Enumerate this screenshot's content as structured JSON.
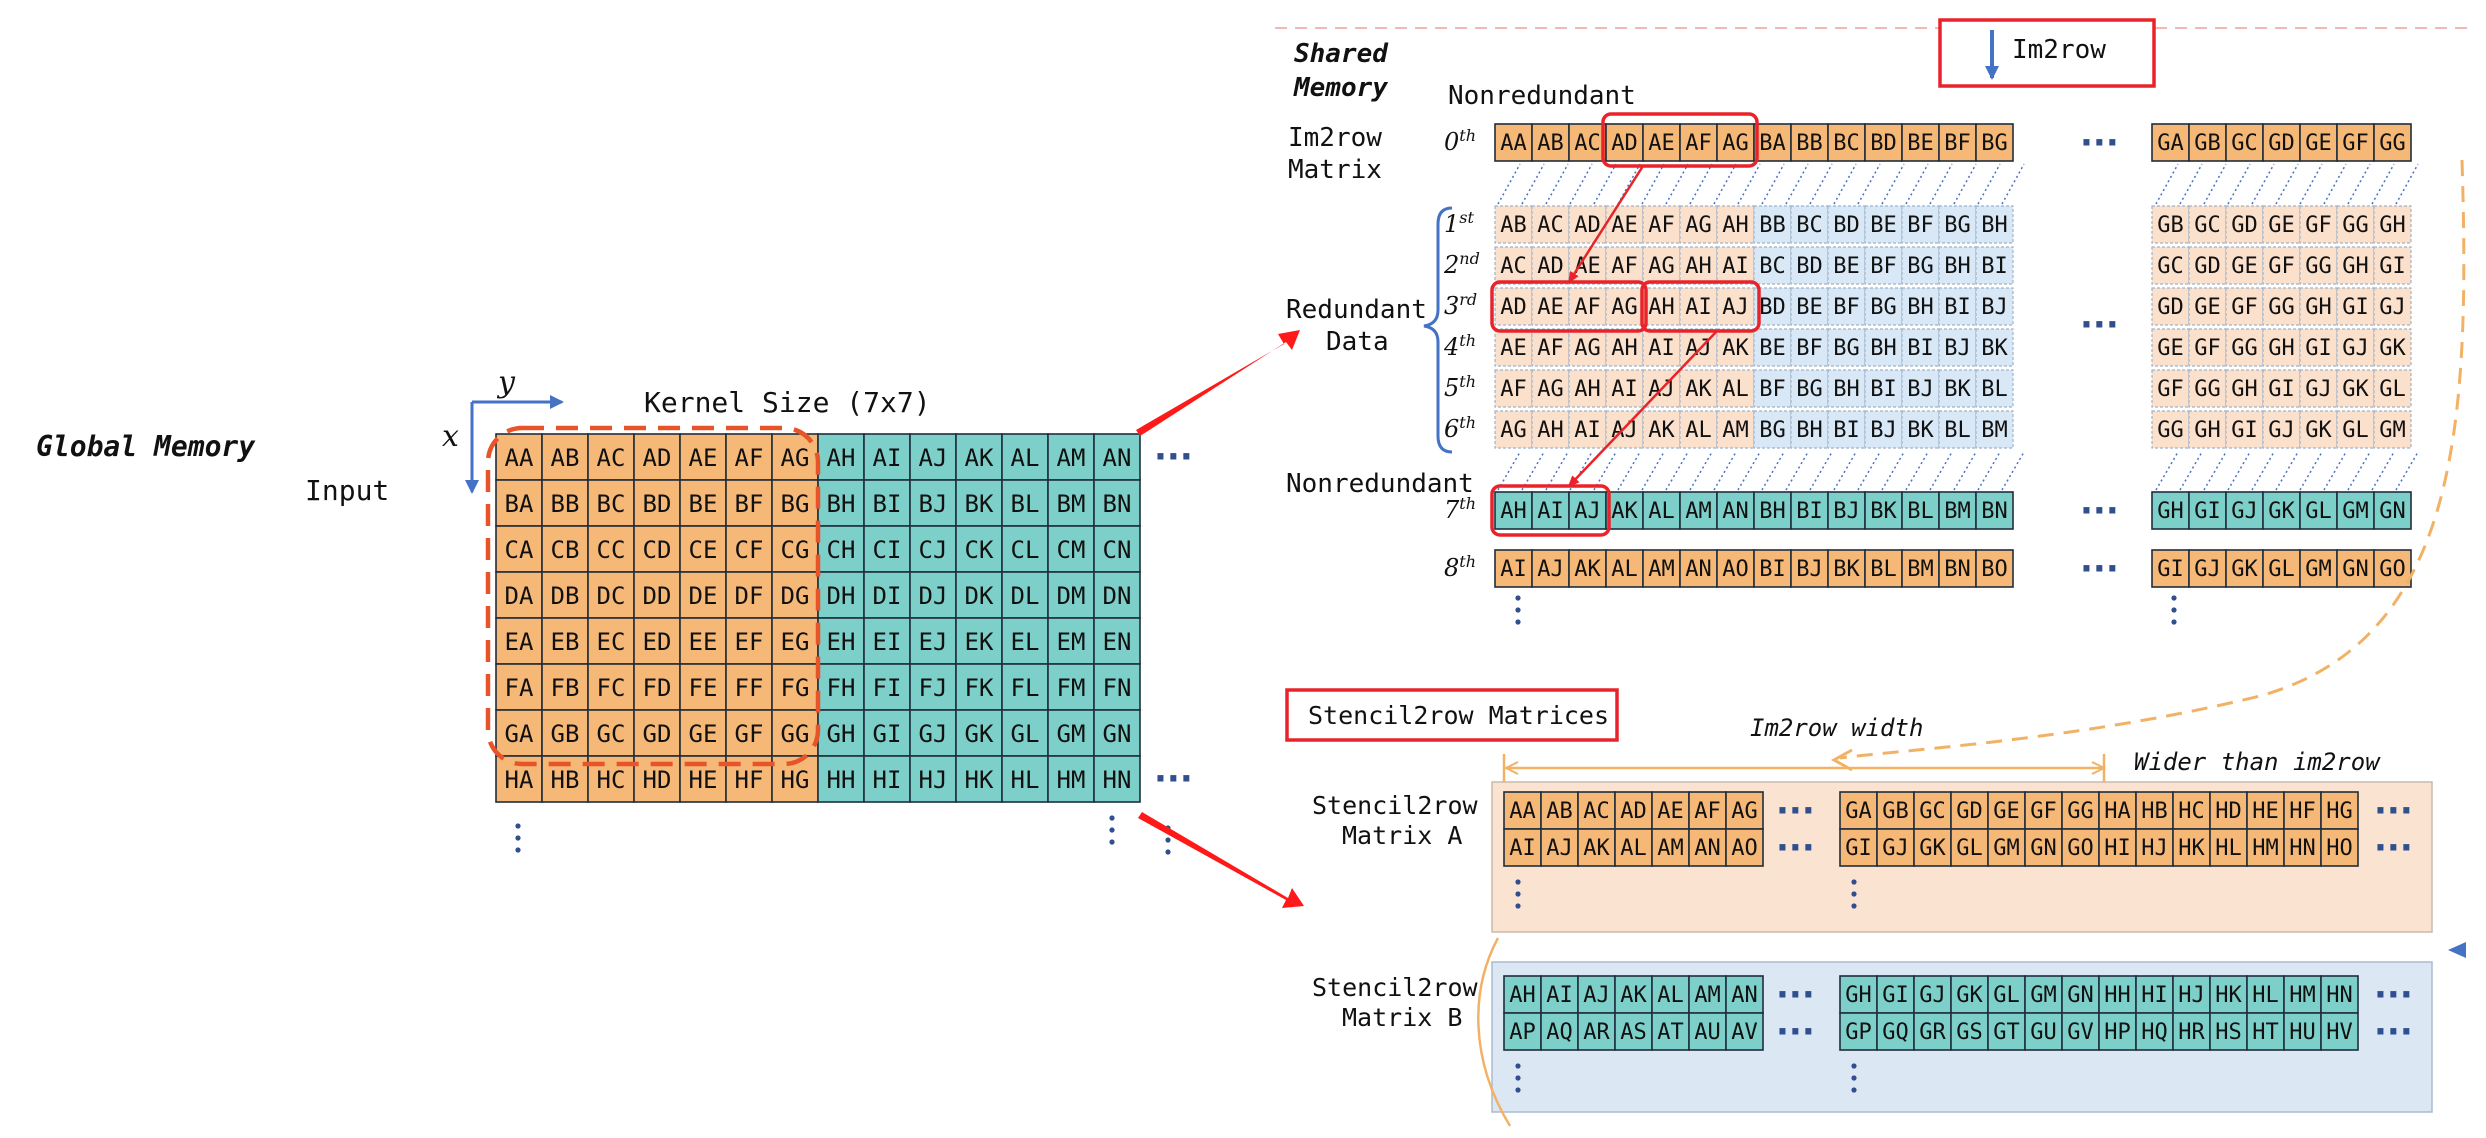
{
  "colors": {
    "orange": "#f5b877",
    "teal": "#7dcfc9",
    "faded_orange": "#fbe0cc",
    "faded_blue": "#d8e8f6",
    "panel_a": "#fbe3d1",
    "panel_b": "#dbe7f3",
    "highlight": "#e8242a",
    "axis_blue": "#4472c4",
    "dashed_orange": "#f2b266"
  },
  "labels": {
    "global_memory": "Global Memory",
    "input": "Input",
    "kernel_size": "Kernel Size (7x7)",
    "axis_x": "x",
    "axis_y": "y",
    "shared_memory_line1": "Shared",
    "shared_memory_line2": "Memory",
    "im2row_box": "Im2row",
    "nonredundant_top": "Nonredundant",
    "im2row_matrix_line1": "Im2row",
    "im2row_matrix_line2": "Matrix",
    "redundant_line1": "Redundant",
    "redundant_line2": "Data",
    "nonredundant_bottom": "Nonredundant",
    "stencil_box": "Stencil2row Matrices",
    "im2row_width": "Im2row width",
    "wider_than": "Wider than im2row",
    "stencil_a_line1": "Stencil2row",
    "stencil_a_line2": "Matrix A",
    "stencil_b_line1": "Stencil2row",
    "stencil_b_line2": "Matrix B",
    "ellipsis": "···"
  },
  "input_grid": {
    "rows": [
      [
        "AA",
        "AB",
        "AC",
        "AD",
        "AE",
        "AF",
        "AG",
        "AH",
        "AI",
        "AJ",
        "AK",
        "AL",
        "AM",
        "AN"
      ],
      [
        "BA",
        "BB",
        "BC",
        "BD",
        "BE",
        "BF",
        "BG",
        "BH",
        "BI",
        "BJ",
        "BK",
        "BL",
        "BM",
        "BN"
      ],
      [
        "CA",
        "CB",
        "CC",
        "CD",
        "CE",
        "CF",
        "CG",
        "CH",
        "CI",
        "CJ",
        "CK",
        "CL",
        "CM",
        "CN"
      ],
      [
        "DA",
        "DB",
        "DC",
        "DD",
        "DE",
        "DF",
        "DG",
        "DH",
        "DI",
        "DJ",
        "DK",
        "DL",
        "DM",
        "DN"
      ],
      [
        "EA",
        "EB",
        "EC",
        "ED",
        "EE",
        "EF",
        "EG",
        "EH",
        "EI",
        "EJ",
        "EK",
        "EL",
        "EM",
        "EN"
      ],
      [
        "FA",
        "FB",
        "FC",
        "FD",
        "FE",
        "FF",
        "FG",
        "FH",
        "FI",
        "FJ",
        "FK",
        "FL",
        "FM",
        "FN"
      ],
      [
        "GA",
        "GB",
        "GC",
        "GD",
        "GE",
        "GF",
        "GG",
        "GH",
        "GI",
        "GJ",
        "GK",
        "GL",
        "GM",
        "GN"
      ],
      [
        "HA",
        "HB",
        "HC",
        "HD",
        "HE",
        "HF",
        "HG",
        "HH",
        "HI",
        "HJ",
        "HK",
        "HL",
        "HM",
        "HN"
      ]
    ],
    "orange_columns": 7
  },
  "im2row": {
    "row_labels": [
      {
        "num": "0",
        "sup": "th"
      },
      {
        "num": "1",
        "sup": "st"
      },
      {
        "num": "2",
        "sup": "nd"
      },
      {
        "num": "3",
        "sup": "rd"
      },
      {
        "num": "4",
        "sup": "th"
      },
      {
        "num": "5",
        "sup": "th"
      },
      {
        "num": "6",
        "sup": "th"
      },
      {
        "num": "7",
        "sup": "th"
      },
      {
        "num": "8",
        "sup": "th"
      }
    ],
    "left_rows": [
      [
        "AA",
        "AB",
        "AC",
        "AD",
        "AE",
        "AF",
        "AG",
        "BA",
        "BB",
        "BC",
        "BD",
        "BE",
        "BF",
        "BG"
      ],
      [
        "AB",
        "AC",
        "AD",
        "AE",
        "AF",
        "AG",
        "AH",
        "BB",
        "BC",
        "BD",
        "BE",
        "BF",
        "BG",
        "BH"
      ],
      [
        "AC",
        "AD",
        "AE",
        "AF",
        "AG",
        "AH",
        "AI",
        "BC",
        "BD",
        "BE",
        "BF",
        "BG",
        "BH",
        "BI"
      ],
      [
        "AD",
        "AE",
        "AF",
        "AG",
        "AH",
        "AI",
        "AJ",
        "BD",
        "BE",
        "BF",
        "BG",
        "BH",
        "BI",
        "BJ"
      ],
      [
        "AE",
        "AF",
        "AG",
        "AH",
        "AI",
        "AJ",
        "AK",
        "BE",
        "BF",
        "BG",
        "BH",
        "BI",
        "BJ",
        "BK"
      ],
      [
        "AF",
        "AG",
        "AH",
        "AI",
        "AJ",
        "AK",
        "AL",
        "BF",
        "BG",
        "BH",
        "BI",
        "BJ",
        "BK",
        "BL"
      ],
      [
        "AG",
        "AH",
        "AI",
        "AJ",
        "AK",
        "AL",
        "AM",
        "BG",
        "BH",
        "BI",
        "BJ",
        "BK",
        "BL",
        "BM"
      ],
      [
        "AH",
        "AI",
        "AJ",
        "AK",
        "AL",
        "AM",
        "AN",
        "BH",
        "BI",
        "BJ",
        "BK",
        "BL",
        "BM",
        "BN"
      ],
      [
        "AI",
        "AJ",
        "AK",
        "AL",
        "AM",
        "AN",
        "AO",
        "BI",
        "BJ",
        "BK",
        "BL",
        "BM",
        "BN",
        "BO"
      ]
    ],
    "right_rows": [
      [
        "GA",
        "GB",
        "GC",
        "GD",
        "GE",
        "GF",
        "GG"
      ],
      [
        "GB",
        "GC",
        "GD",
        "GE",
        "GF",
        "GG",
        "GH"
      ],
      [
        "GC",
        "GD",
        "GE",
        "GF",
        "GG",
        "GH",
        "GI"
      ],
      [
        "GD",
        "GE",
        "GF",
        "GG",
        "GH",
        "GI",
        "GJ"
      ],
      [
        "GE",
        "GF",
        "GG",
        "GH",
        "GI",
        "GJ",
        "GK"
      ],
      [
        "GF",
        "GG",
        "GH",
        "GI",
        "GJ",
        "GK",
        "GL"
      ],
      [
        "GG",
        "GH",
        "GI",
        "GJ",
        "GK",
        "GL",
        "GM"
      ],
      [
        "GH",
        "GI",
        "GJ",
        "GK",
        "GL",
        "GM",
        "GN"
      ],
      [
        "GI",
        "GJ",
        "GK",
        "GL",
        "GM",
        "GN",
        "GO"
      ]
    ]
  },
  "stencil_a": {
    "left": [
      [
        "AA",
        "AB",
        "AC",
        "AD",
        "AE",
        "AF",
        "AG"
      ],
      [
        "AI",
        "AJ",
        "AK",
        "AL",
        "AM",
        "AN",
        "AO"
      ]
    ],
    "right": [
      [
        "GA",
        "GB",
        "GC",
        "GD",
        "GE",
        "GF",
        "GG",
        "HA",
        "HB",
        "HC",
        "HD",
        "HE",
        "HF",
        "HG"
      ],
      [
        "GI",
        "GJ",
        "GK",
        "GL",
        "GM",
        "GN",
        "GO",
        "HI",
        "HJ",
        "HK",
        "HL",
        "HM",
        "HN",
        "HO"
      ]
    ]
  },
  "stencil_b": {
    "left": [
      [
        "AH",
        "AI",
        "AJ",
        "AK",
        "AL",
        "AM",
        "AN"
      ],
      [
        "AP",
        "AQ",
        "AR",
        "AS",
        "AT",
        "AU",
        "AV"
      ]
    ],
    "right": [
      [
        "GH",
        "GI",
        "GJ",
        "GK",
        "GL",
        "GM",
        "GN",
        "HH",
        "HI",
        "HJ",
        "HK",
        "HL",
        "HM",
        "HN"
      ],
      [
        "GP",
        "GQ",
        "GR",
        "GS",
        "GT",
        "GU",
        "GV",
        "HP",
        "HQ",
        "HR",
        "HS",
        "HT",
        "HU",
        "HV"
      ]
    ]
  }
}
